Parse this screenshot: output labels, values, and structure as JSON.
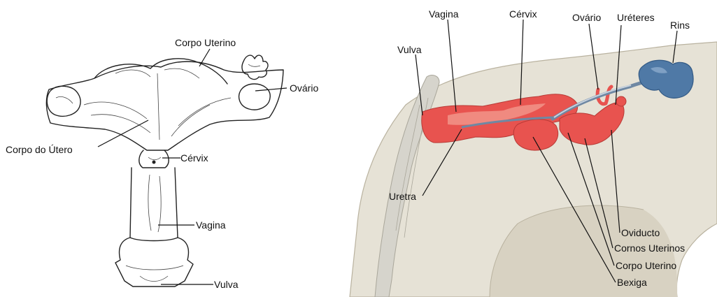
{
  "left_diagram": {
    "labels": {
      "corpo_uterino": "Corpo Uterino",
      "ovario": "Ovário",
      "corpo_do_utero": "Corpo do Útero",
      "cervix": "Cérvix",
      "vagina": "Vagina",
      "vulva": "Vulva"
    }
  },
  "right_diagram": {
    "labels": {
      "vagina": "Vagina",
      "cervix": "Cérvix",
      "ovario": "Ovário",
      "ureteres": "Uréteres",
      "rins": "Rins",
      "vulva": "Vulva",
      "uretra": "Uretra",
      "oviducto": "Oviducto",
      "cornos_uterinos": "Cornos Uterinos",
      "corpo_uterino": "Corpo Uterino",
      "bexiga": "Bexiga"
    }
  },
  "colors": {
    "tract_red": "#e8534f",
    "tract_light": "#f08a80",
    "kidney_blue": "#4f79a6",
    "skin": "#e6e2d6",
    "skin_shade": "#cfc9b8"
  }
}
